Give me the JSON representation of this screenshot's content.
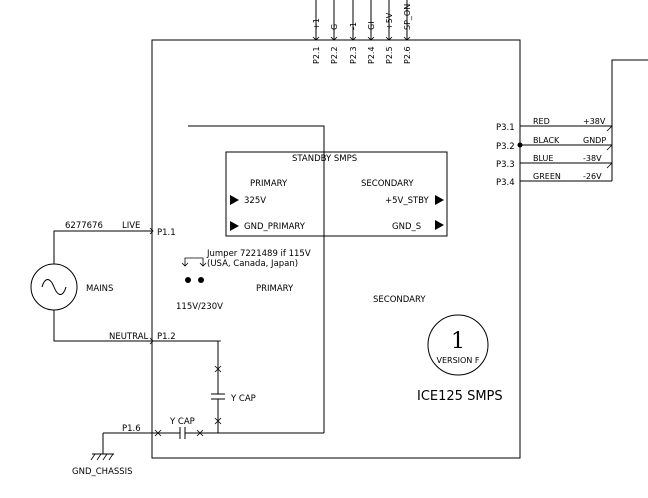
{
  "top_connector": {
    "pins": [
      "P2.1",
      "P2.2",
      "P2.3",
      "P2.4",
      "P2.5",
      "P2.6"
    ],
    "signals": [
      "+1",
      "G",
      "-1",
      "GI",
      "+5V",
      "SP_ON"
    ]
  },
  "right_connector": {
    "pins": [
      "P3.1",
      "P3.2",
      "P3.3",
      "P3.4"
    ],
    "wires": [
      {
        "color": "RED",
        "signal": "+38V"
      },
      {
        "color": "BLACK",
        "signal": "GNDP"
      },
      {
        "color": "BLUE",
        "signal": "-38V"
      },
      {
        "color": "GREEN",
        "signal": "-26V"
      }
    ]
  },
  "standby": {
    "title": "STANDBY SMPS",
    "primary_label": "PRIMARY",
    "secondary_label": "SECONDARY",
    "in_325": "325V",
    "gnd_primary": "GND_PRIMARY",
    "out_5v": "+5V_STBY",
    "gnd_s": "GND_S"
  },
  "mains": {
    "label": "MAINS",
    "part_number": "6277676",
    "live_label": "LIVE",
    "live_pin": "P1.1",
    "neutral_label": "NEUTRAL",
    "neutral_pin": "P1.2"
  },
  "jumper": {
    "line1": "Jumper 7221489 if 115V",
    "line2": "(USA, Canada, Japan)",
    "voltage": "115V/230V"
  },
  "regions": {
    "primary": "PRIMARY",
    "secondary": "SECONDARY"
  },
  "caps": {
    "y_cap_vertical": "Y CAP",
    "y_cap_horizontal": "Y CAP"
  },
  "chassis": {
    "pin": "P1.6",
    "label": "GND_CHASSIS"
  },
  "badge": {
    "number": "1",
    "version": "VERSION F"
  },
  "module_title": "ICE125 SMPS"
}
